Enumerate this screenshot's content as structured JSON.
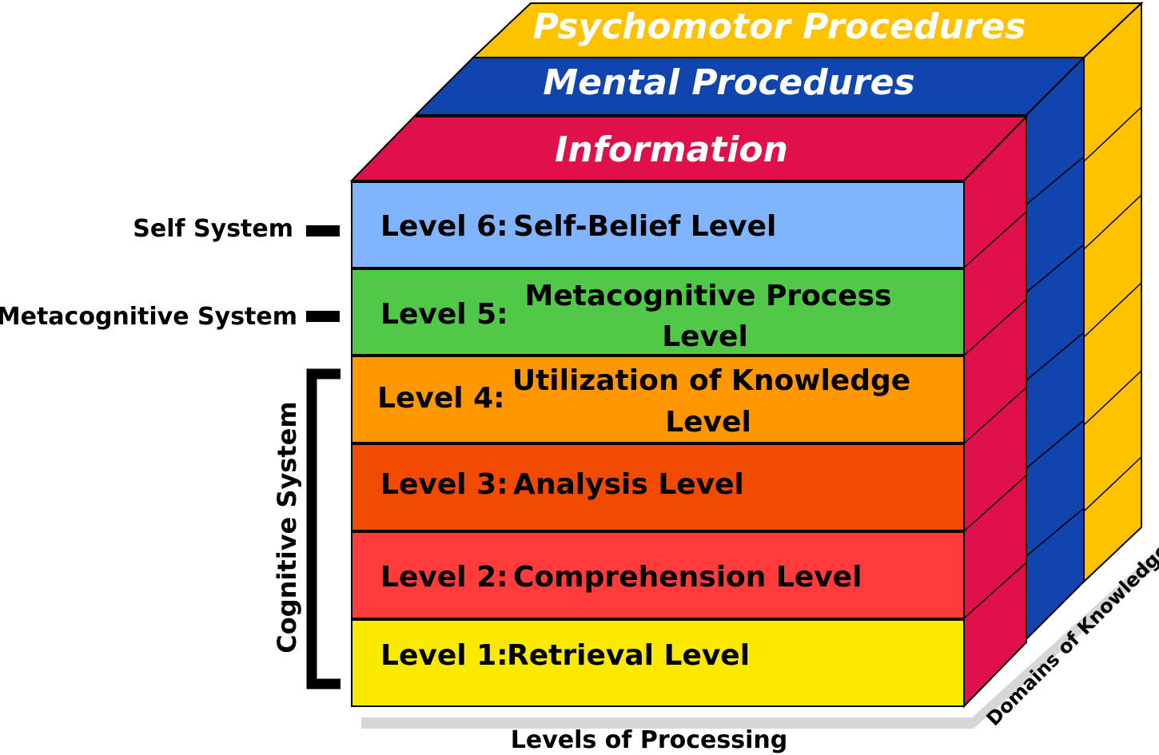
{
  "domains": {
    "back": {
      "title": "Psychomotor Procedures",
      "color": "#FFC200"
    },
    "mid": {
      "title": "Mental Procedures",
      "color": "#1045B0"
    },
    "front": {
      "title": "Information",
      "color": "#E0104A"
    }
  },
  "levels": [
    {
      "prefix": "Level 6:",
      "name_line1": "Self-Belief Level",
      "name_line2": "",
      "color": "#80B4FF"
    },
    {
      "prefix": "Level 5:",
      "name_line1": "Metacognitive Process",
      "name_line2": "Level",
      "color": "#50C848"
    },
    {
      "prefix": "Level 4:",
      "name_line1": "Utilization of Knowledge",
      "name_line2": "Level",
      "color": "#FF9800"
    },
    {
      "prefix": "Level 3:",
      "name_line1": "Analysis Level",
      "name_line2": "",
      "color": "#F24A00"
    },
    {
      "prefix": "Level 2:",
      "name_line1": "Comprehension Level",
      "name_line2": "",
      "color": "#FF3B3B"
    },
    {
      "prefix": "Level 1:",
      "name_line1": "Retrieval Level",
      "name_line2": "",
      "color": "#FAEA00"
    }
  ],
  "systems": {
    "self": "Self System",
    "metacognitive": "Metacognitive System",
    "cognitive": "Cognitive System"
  },
  "axes": {
    "levels": "Levels of Processing",
    "domains": "Domains of Knowledge"
  }
}
